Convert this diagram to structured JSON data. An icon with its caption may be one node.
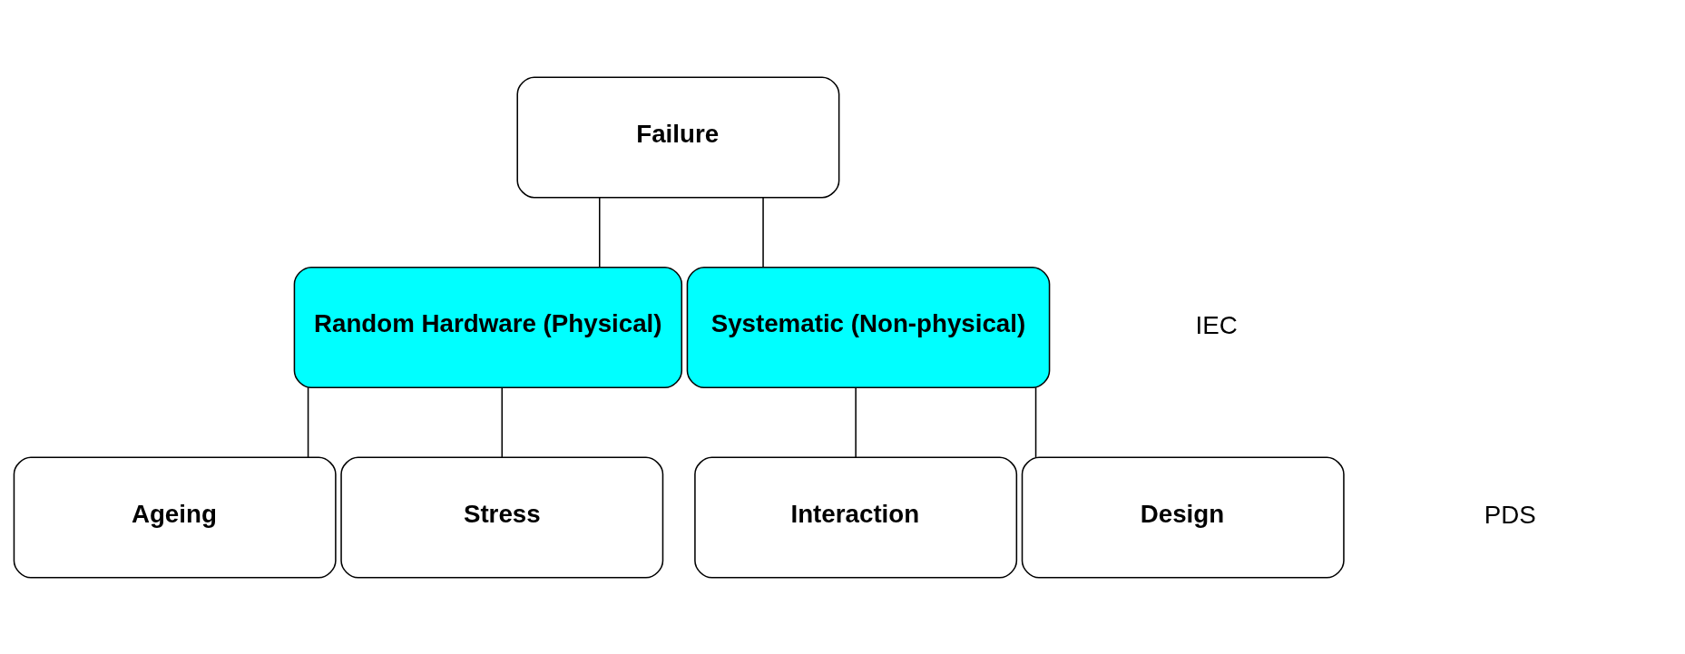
{
  "diagram": {
    "nodes": [
      {
        "text": [
          "Failure"
        ]
      },
      {
        "text": [
          "Random Hardware (Physical)"
        ]
      },
      {
        "text": [
          "Systematic (Non-physical)"
        ]
      },
      {
        "text": [
          "Ageing"
        ]
      },
      {
        "text": [
          "Stress"
        ]
      },
      {
        "text": [
          "Interaction"
        ]
      },
      {
        "text": [
          "Design"
        ]
      }
    ],
    "edges": [
      {
        "from": 0,
        "to": 1,
        "arrow": "none"
      },
      {
        "from": 0,
        "to": 2,
        "arrow": "none"
      },
      {
        "from": 1,
        "to": 3,
        "arrow": "none"
      },
      {
        "from": 1,
        "to": 4,
        "arrow": "none"
      },
      {
        "from": 2,
        "to": 5,
        "arrow": "none"
      },
      {
        "from": 2,
        "to": 6,
        "arrow": "none"
      }
    ],
    "labels": [
      "IEC",
      "PDS"
    ]
  }
}
